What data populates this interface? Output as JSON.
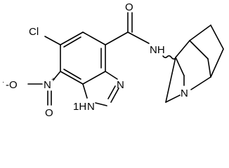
{
  "molecule": {
    "atoms": {
      "oxygen_carbonyl": "O",
      "chlorine": "Cl",
      "amide_nh": "NH",
      "nitro_n": "N",
      "nitro_n_charge": "+",
      "nitro_o_dash": "-O",
      "nitro_o_radical": "·",
      "nitro_o_bottom": "O",
      "imidazole_n": "N",
      "imidazole_nh": "1H",
      "imidazole_nh_n": "N",
      "quinuclidine_n": "N"
    }
  }
}
